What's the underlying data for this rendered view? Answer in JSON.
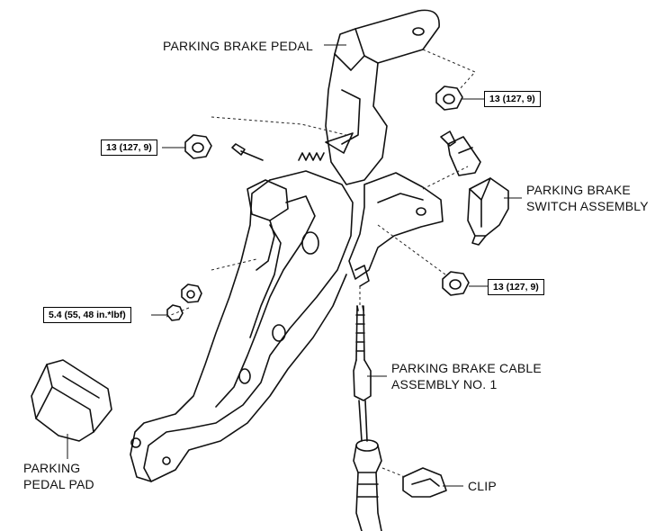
{
  "labels": {
    "parking_brake_pedal": "PARKING BRAKE PEDAL",
    "switch_line1": "PARKING BRAKE",
    "switch_line2": "SWITCH ASSEMBLY",
    "cable_line1": "PARKING BRAKE CABLE",
    "cable_line2": "ASSEMBLY NO. 1",
    "clip": "CLIP",
    "pad_line1": "PARKING",
    "pad_line2": "PEDAL PAD"
  },
  "torque_specs": {
    "upper_right": "13 (127, 9)",
    "upper_left": "13 (127, 9)",
    "lower_right": "13 (127, 9)",
    "lower_left": "5.4 (55, 48 in.*lbf)"
  }
}
